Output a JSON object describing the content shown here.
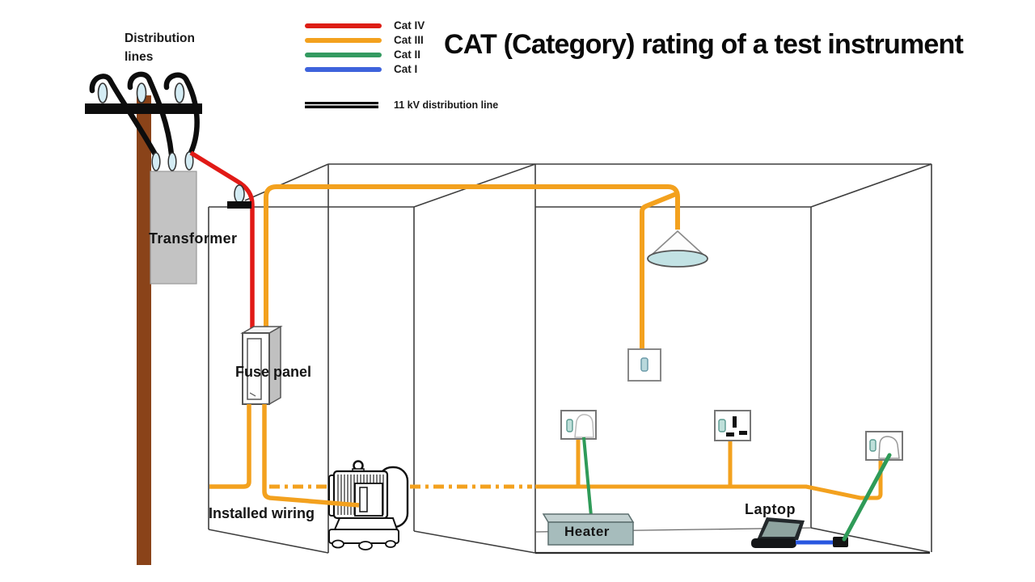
{
  "title": "CAT (Category) rating of a test instrument",
  "legend": {
    "items": [
      {
        "label": "Cat IV",
        "color": "#dd1d15"
      },
      {
        "label": "Cat III",
        "color": "#f3a11e"
      },
      {
        "label": "Cat II",
        "color": "#339a60"
      },
      {
        "label": "Cat I",
        "color": "#3e63dc"
      }
    ],
    "distribution_line_label": "11 kV distribution line",
    "distribution_line_color": "#000000"
  },
  "labels": {
    "distribution_lines": "Distribution lines",
    "transformer": "Transformer",
    "fuse_panel": "Fuse panel",
    "installed_wiring": "Installed wiring",
    "heater": "Heater",
    "laptop": "Laptop"
  },
  "colors": {
    "cat4_wire_red": "#e11a16",
    "cat3_wire_orange": "#f3a11e",
    "cat2_wire_green": "#2f9b58",
    "cat1_wire_blue": "#2857e0",
    "pole_brown": "#8a4319",
    "transformer_gray": "#c3c3c3",
    "heater_body": "#a6bcbc",
    "insulator_blue": "#d4ecf4",
    "lamp_shade": "#c2e2e4",
    "building_line": "#3f3f3f"
  }
}
